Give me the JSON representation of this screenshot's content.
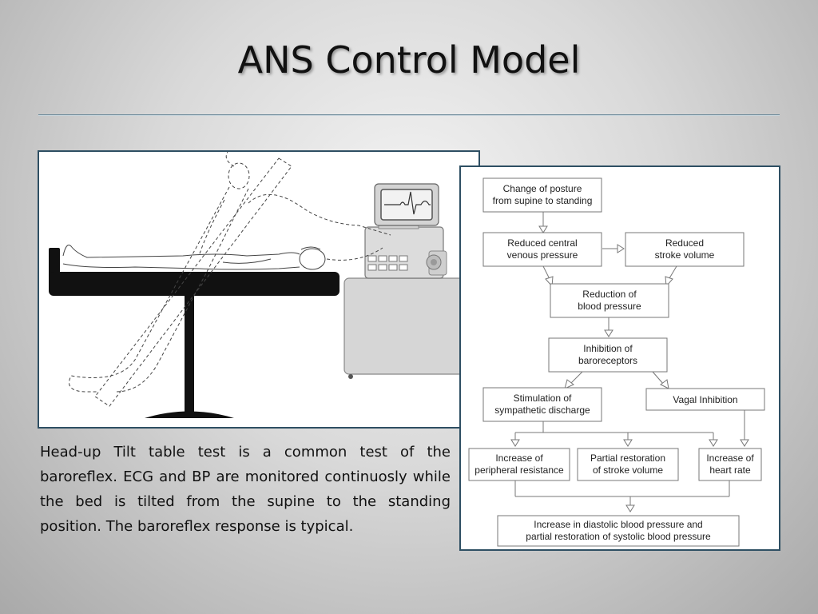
{
  "slide": {
    "title": "ANS Control Model",
    "caption": "Head-up Tilt table test is a common test of the baroreflex. ECG and BP are monitored continuosly while the bed is tilted from the supine to the standing position. The baroreflex response is typical."
  },
  "flowchart": {
    "boxes": {
      "posture": [
        "Change of posture",
        "from supine to standing"
      ],
      "cvp": [
        "Reduced central",
        "venous pressure"
      ],
      "sv": [
        "Reduced",
        "stroke volume"
      ],
      "bp": [
        "Reduction of",
        "blood pressure"
      ],
      "baro": [
        "Inhibition of",
        "baroreceptors"
      ],
      "symp": [
        "Stimulation of",
        "sympathetic discharge"
      ],
      "vagal": [
        "Vagal Inhibition"
      ],
      "resist": [
        "Increase of",
        "peripheral resistance"
      ],
      "partial": [
        "Partial restoration",
        "of stroke volume"
      ],
      "hr": [
        "Increase of",
        "heart rate"
      ],
      "final": [
        "Increase in diastolic blood pressure and",
        "partial restoration of systolic blood pressure"
      ]
    }
  }
}
